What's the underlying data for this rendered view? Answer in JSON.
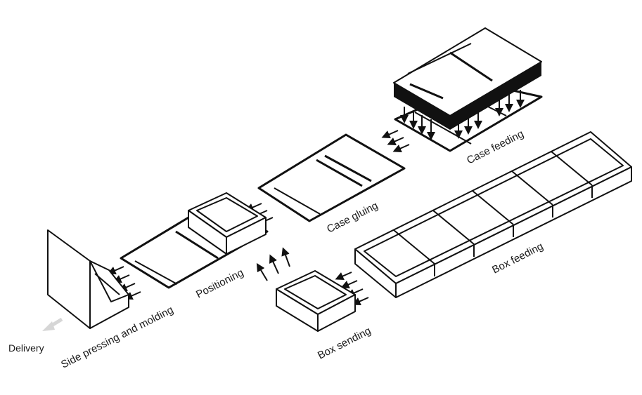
{
  "labels": {
    "case_feeding": "Case feeding",
    "case_gluing": "Case gluing",
    "positioning": "Positioning",
    "side_pressing": "Side pressing and molding",
    "box_feeding": "Box feeding",
    "box_sending": "Box  sending",
    "delivery": "Delivery"
  },
  "colors": {
    "ink": "#111111",
    "delivery_arrow": "#d6d6d6"
  },
  "icons": [
    "push-arrow-icon",
    "delivery-arrow-icon"
  ]
}
